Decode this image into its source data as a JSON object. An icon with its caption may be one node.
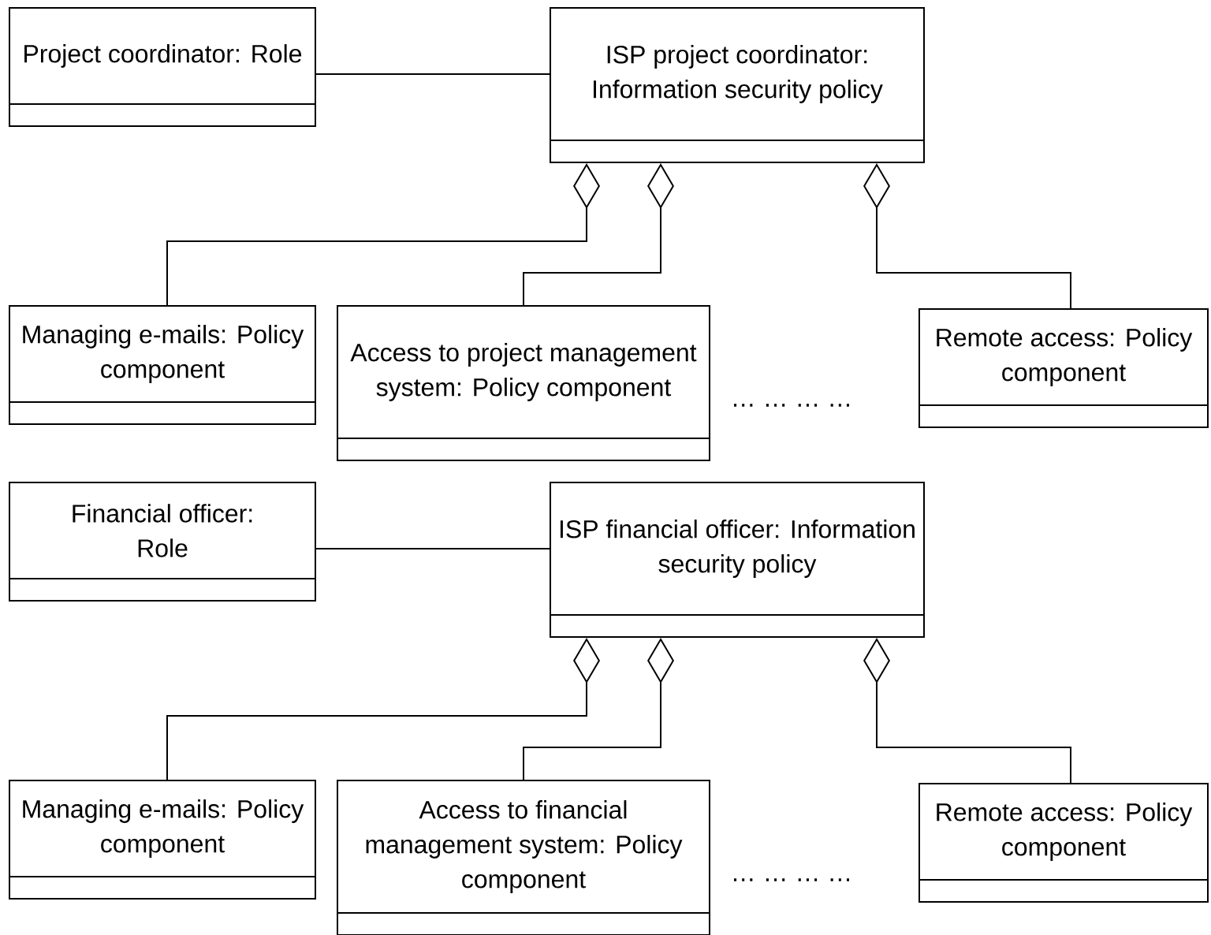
{
  "diagram": {
    "nodes": [
      {
        "text": [
          "Project coordinator: Role"
        ]
      },
      {
        "text": [
          "ISP project coordinator: Information security policy"
        ]
      },
      {
        "text": [
          "Managing e-mails: Policy component"
        ]
      },
      {
        "text": [
          "Access to project management system: Policy component"
        ]
      },
      {
        "text": [
          "Remote access: Policy component"
        ]
      },
      {
        "text": [
          "Financial officer: Role"
        ]
      },
      {
        "text": [
          "ISP financial officer: Information security policy"
        ]
      },
      {
        "text": [
          "Managing e-mails: Policy component"
        ]
      },
      {
        "text": [
          "Access to financial management system: Policy component"
        ]
      },
      {
        "text": [
          "Remote access: Policy component"
        ]
      }
    ],
    "edges": [
      {
        "from": 0,
        "to": 1,
        "arrow": "none"
      },
      {
        "from": 1,
        "to": 2,
        "arrow": "other"
      },
      {
        "from": 1,
        "to": 3,
        "arrow": "other"
      },
      {
        "from": 1,
        "to": 4,
        "arrow": "other"
      },
      {
        "from": 5,
        "to": 6,
        "arrow": "none"
      },
      {
        "from": 6,
        "to": 7,
        "arrow": "other"
      },
      {
        "from": 6,
        "to": 8,
        "arrow": "other"
      },
      {
        "from": 6,
        "to": 9,
        "arrow": "other"
      }
    ],
    "labels": [
      "… … … …",
      "… … … …"
    ]
  }
}
